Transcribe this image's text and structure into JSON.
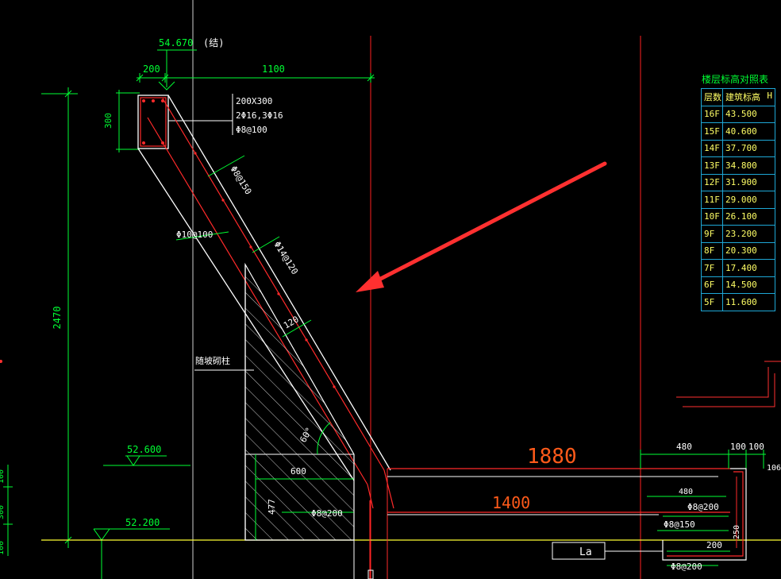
{
  "colors": {
    "background": "#000000",
    "dimension": "#00ff33",
    "outline": "#ffffff",
    "rebar": "#ff2a2a",
    "axis": "#ff2020",
    "annotation_arrow": "#ff3030",
    "ground": "#ffff33",
    "table_border": "#1ea7d6",
    "table_text": "#ffff66",
    "large_dimension": "#ff5a1a"
  },
  "beam_top": {
    "elevation": "54.670",
    "elevation_note": "(结)",
    "width": "200",
    "overhang": "1100",
    "depth": "300"
  },
  "beam_spec": {
    "size": "200X300",
    "main_bars": "2Φ16,3Φ16",
    "stirrups": "Φ8@100"
  },
  "rebar_labels": {
    "slab_bar_a": "Φ8@150",
    "slab_bar_b": "Φ10@100",
    "slab_bar_c": "Φ14@120",
    "thickness": "120",
    "angle": "60°",
    "bottom_bar": "Φ8@200"
  },
  "heights": {
    "total": "2470",
    "base_600": "600",
    "base_477": "477",
    "left_small_a": "100",
    "left_small_b": "300",
    "left_small_c": "100"
  },
  "elevations": {
    "level_upper": "52.600",
    "level_lower": "52.200"
  },
  "fill_label": "随坡砌柱",
  "right_detail": {
    "dim_1880": "1880",
    "dim_1400": "1400",
    "dim_480_top": "480",
    "dim_100a": "100",
    "dim_100b": "100",
    "dim_106": "106",
    "dim_480_inner": "480",
    "bar_a": "Φ8@200",
    "bar_b": "Φ8@150",
    "dim_250": "250",
    "dim_200": "200",
    "anchor": "La",
    "bar_c": "Φ8@200"
  },
  "floor_table": {
    "title": "楼层标高对照表",
    "headers": [
      "层数",
      "建筑标高",
      "H"
    ],
    "rows": [
      [
        "16F",
        "43.500"
      ],
      [
        "15F",
        "40.600"
      ],
      [
        "14F",
        "37.700"
      ],
      [
        "13F",
        "34.800"
      ],
      [
        "12F",
        "31.900"
      ],
      [
        "11F",
        "29.000"
      ],
      [
        "10F",
        "26.100"
      ],
      [
        "9F",
        "23.200"
      ],
      [
        "8F",
        "20.300"
      ],
      [
        "7F",
        "17.400"
      ],
      [
        "6F",
        "14.500"
      ],
      [
        "5F",
        "11.600"
      ]
    ]
  }
}
